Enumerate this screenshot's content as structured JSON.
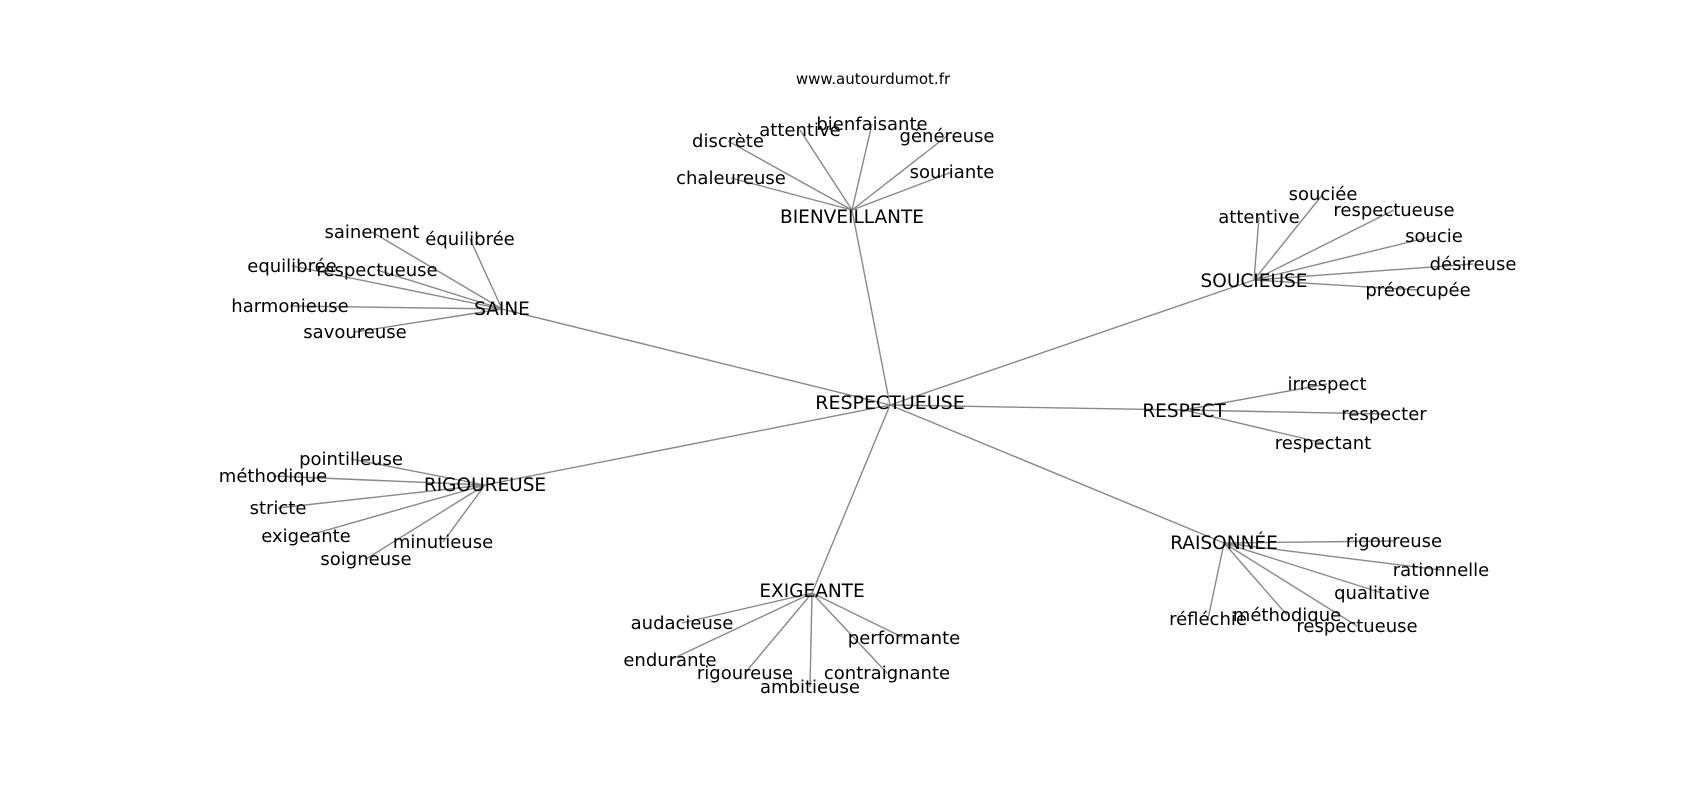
{
  "site": "www.autourdumot.fr",
  "center": "RESPECTUEUSE",
  "hubs": [
    {
      "id": "BIENVEILLANTE",
      "label": "BIENVEILLANTE",
      "leaves": [
        "discrète",
        "attentive",
        "bienfaisante",
        "généreuse",
        "chaleureuse",
        "souriante"
      ]
    },
    {
      "id": "SAINE",
      "label": "SAINE",
      "leaves": [
        "sainement",
        "équilibrée",
        "equilibrée",
        "respectueuse",
        "harmonieuse",
        "savoureuse"
      ]
    },
    {
      "id": "SOUCIEUSE",
      "label": "SOUCIEUSE",
      "leaves": [
        "attentive",
        "souciée",
        "respectueuse",
        "soucie",
        "désireuse",
        "préoccupée"
      ]
    },
    {
      "id": "RESPECT",
      "label": "RESPECT",
      "leaves": [
        "irrespect",
        "respecter",
        "respectant"
      ]
    },
    {
      "id": "RIGOUREUSE",
      "label": "RIGOUREUSE",
      "leaves": [
        "pointilleuse",
        "méthodique",
        "stricte",
        "exigeante",
        "minutieuse",
        "soigneuse"
      ]
    },
    {
      "id": "RAISONNEE",
      "label": "RAISONNÉE",
      "leaves": [
        "rigoureuse",
        "rationnelle",
        "qualitative",
        "réfléchie",
        "méthodique",
        "respectueuse"
      ]
    },
    {
      "id": "EXIGEANTE",
      "label": "EXIGEANTE",
      "leaves": [
        "audacieuse",
        "performante",
        "endurante",
        "rigoureuse",
        "contraignante",
        "ambitieuse"
      ]
    }
  ]
}
